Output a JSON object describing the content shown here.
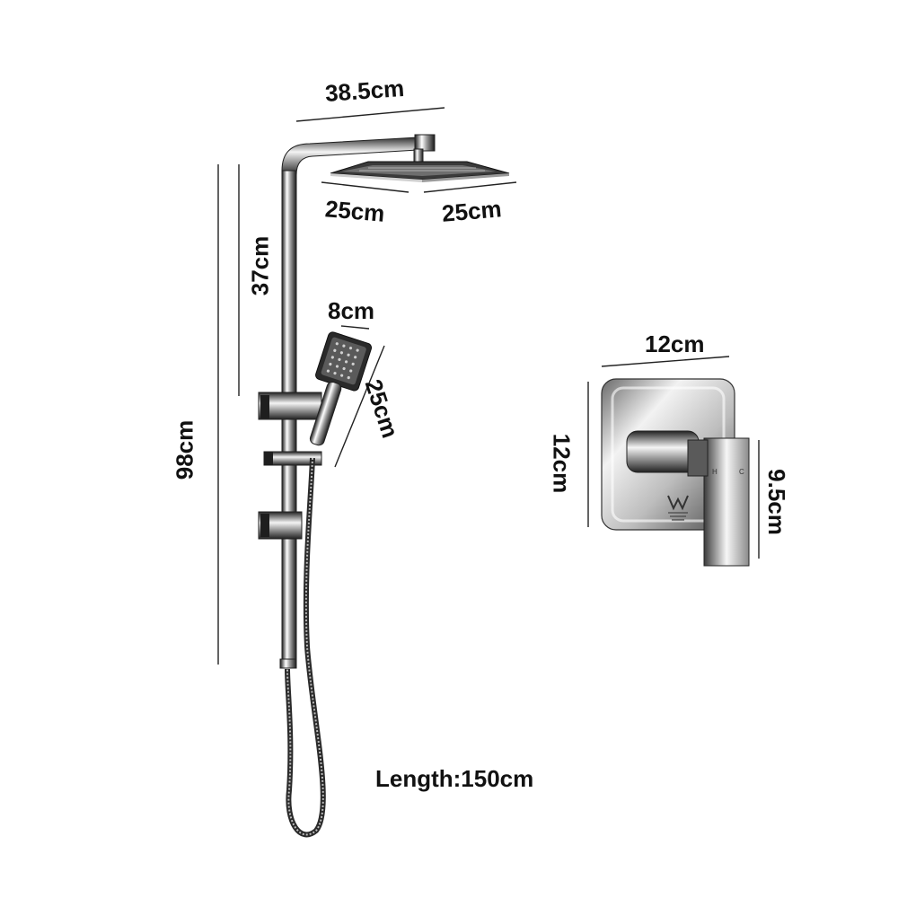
{
  "dimensions": {
    "shower_arm_width": "38.5cm",
    "head_depth": "25cm",
    "head_width": "25cm",
    "arm_height": "37cm",
    "handheld_width": "8cm",
    "handheld_length": "25cm",
    "total_height": "98cm",
    "mixer_width": "12cm",
    "mixer_height": "12cm",
    "lever_height": "9.5cm"
  },
  "hose": {
    "length_text": "Length:150cm"
  },
  "mixer": {
    "hot_label": "H",
    "cold_label": "C"
  },
  "colors": {
    "chrome_dark": "#1a1a1a",
    "chrome_mid": "#7a7a7a",
    "chrome_light": "#e6e6e6",
    "dimension_line": "#222222"
  }
}
